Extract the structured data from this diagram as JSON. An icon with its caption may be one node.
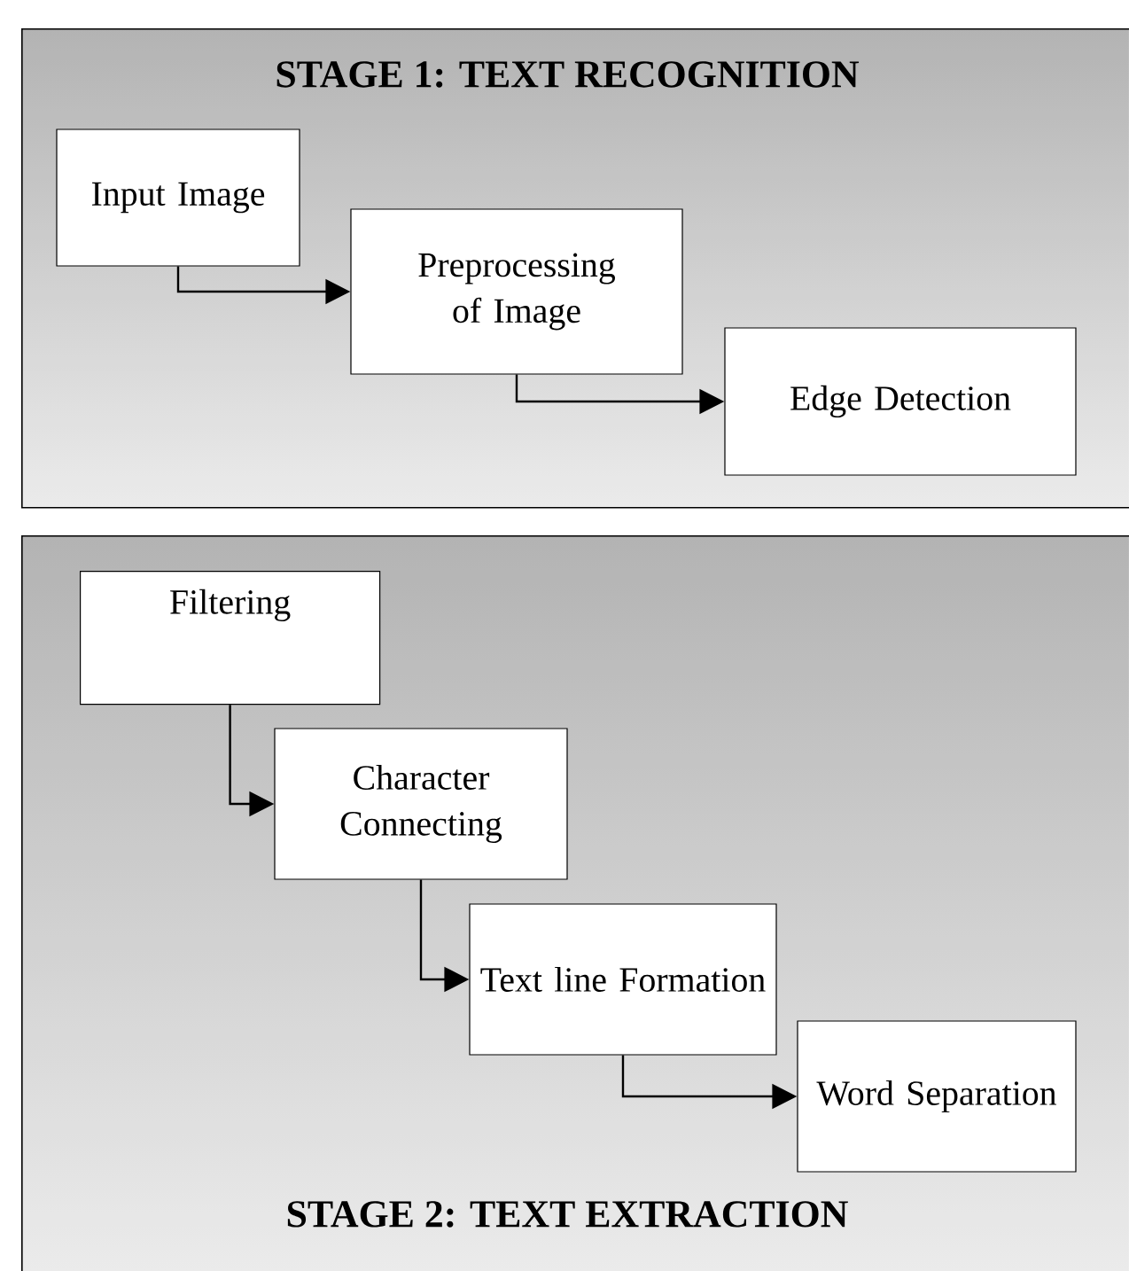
{
  "diagram": {
    "nodes": [
      {
        "text": [
          "STAGE 1: TEXT RECOGNITION"
        ]
      },
      {
        "text": [
          "Input Image"
        ],
        "in": 0
      },
      {
        "text": [
          "Preprocessing of Image"
        ],
        "in": 0
      },
      {
        "text": [
          "Edge Detection"
        ],
        "in": 0
      },
      {
        "text": [
          "STAGE 2: TEXT EXTRACTION"
        ]
      },
      {
        "text": [
          "Filtering"
        ],
        "in": 4
      },
      {
        "text": [
          "Character Connecting"
        ],
        "in": 4
      },
      {
        "text": [
          "Text line Formation"
        ],
        "in": 4
      },
      {
        "text": [
          "Word Separation"
        ],
        "in": 4
      }
    ],
    "edges": [
      {
        "from": 1,
        "to": 2,
        "arrow": "to"
      },
      {
        "from": 2,
        "to": 3,
        "arrow": "to"
      },
      {
        "from": 5,
        "to": 6,
        "arrow": "to"
      },
      {
        "from": 6,
        "to": 7,
        "arrow": "to"
      },
      {
        "from": 7,
        "to": 8,
        "arrow": "to"
      }
    ]
  }
}
